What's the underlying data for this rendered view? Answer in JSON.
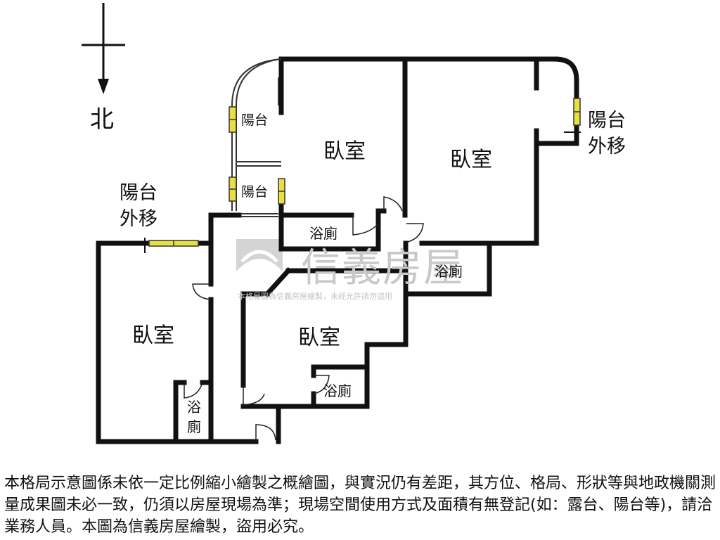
{
  "compass": {
    "label": "北"
  },
  "rooms": {
    "bedroom_top_middle": "臥室",
    "bedroom_top_right": "臥室",
    "bedroom_left": "臥室",
    "bedroom_center": "臥室"
  },
  "baths": {
    "bath_top": "浴廁",
    "bath_right": "浴廁",
    "bath_center": "浴廁",
    "bath_left_line1": "浴",
    "bath_left_line2": "廁"
  },
  "balconies": {
    "balcony_upper": "陽台",
    "balcony_lower": "陽台",
    "left_line1": "陽台",
    "left_line2": "外移",
    "right_line1": "陽台",
    "right_line2": "外移"
  },
  "watermark": {
    "brand": "信義房屋",
    "notice": "本格局圖為信義房屋繪製，未經允許請勿盜用"
  },
  "disclaimer": "本格局示意圖係未依一定比例縮小繪製之概繪圖，與實況仍有差距，其方位、格局、形狀等與地政機關測量成果圖未必一致，仍須以房屋現場為準；現場空間使用方式及面積有無登記(如：露台、陽台等)，請洽業務人員。本圖為信義房屋繪製，盜用必究。",
  "colors": {
    "wall": "#111111",
    "window": "#e8e040",
    "watermark": "#c8c8c8"
  }
}
